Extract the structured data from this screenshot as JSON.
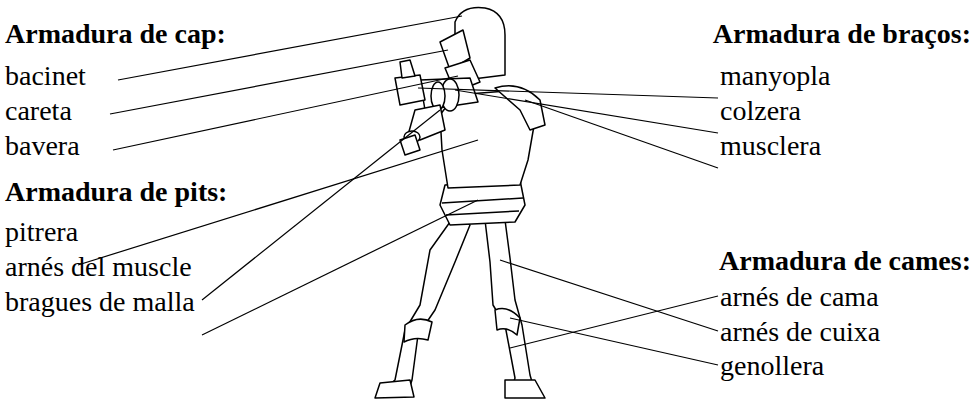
{
  "diagram": {
    "labels": [
      "Armadura de cap:",
      "bacinet",
      "careta",
      "bavera",
      "Armadura de braços:",
      "manyopla",
      "colzera",
      "musclera",
      "Armadura de pits:",
      "pitrera",
      "arnés del muscle",
      "bragues de malla",
      "Armadura de cames:",
      "arnés de cama",
      "arnés de cuixa",
      "genollera"
    ]
  }
}
